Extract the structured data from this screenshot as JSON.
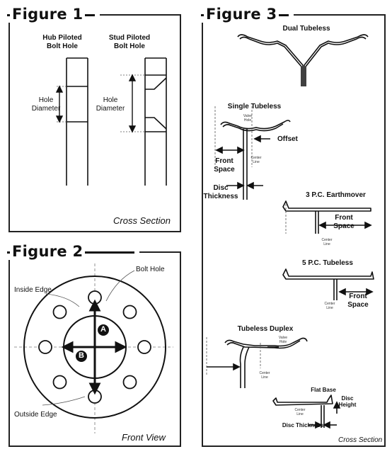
{
  "figure1": {
    "title": "Figure 1",
    "hub_label": "Hub Piloted\nBolt Hole",
    "stud_label": "Stud Piloted\nBolt Hole",
    "hole_diameter": "Hole\nDiameter",
    "caption": "Cross Section"
  },
  "figure2": {
    "title": "Figure 2",
    "bolt_hole": "Bolt Hole",
    "inside_edge": "Inside Edge",
    "outside_edge": "Outside Edge",
    "marker_a": "A",
    "marker_b": "B",
    "caption": "Front View"
  },
  "figure3": {
    "title": "Figure 3",
    "dual_tubeless": "Dual Tubeless",
    "single_tubeless": "Single Tubeless",
    "valve_hole": "Valve\nHole",
    "offset": "Offset",
    "center_line": "Center\nLine",
    "front_space": "Front\nSpace",
    "disc_thickness": "Disc\nThickness",
    "earthmover": "3 P.C. Earthmover",
    "five_pc": "5 P.C. Tubeless",
    "duplex": "Tubeless Duplex",
    "flat_base": "Flat Base",
    "disc_height": "Disc\nHeight",
    "disc_thickness_inline": "Disc Thickness",
    "caption": "Cross Section"
  }
}
